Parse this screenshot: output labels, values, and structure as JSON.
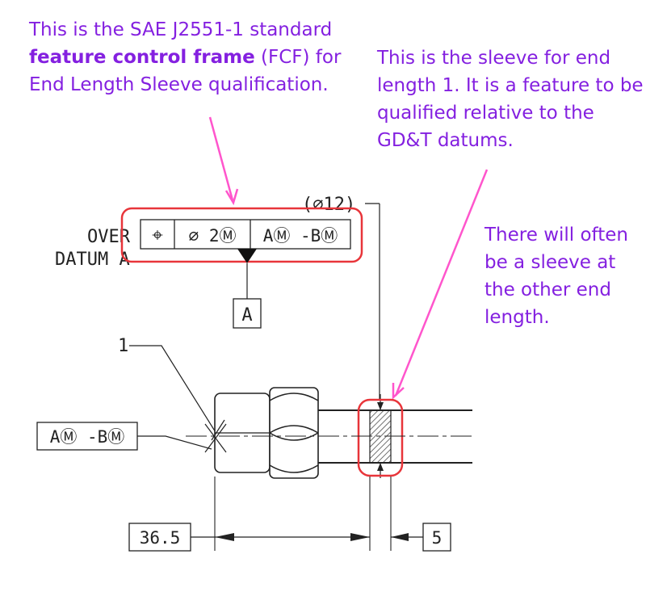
{
  "annotations": {
    "fcf_note": {
      "before": "This is the SAE J2551-1 standard ",
      "bold": "feature control frame",
      "after": " (FCF) for End Length Sleeve qualification."
    },
    "sleeve_note": "This is the sleeve for end length 1. It is a feature to be qualified  relative to the GD&T datums.",
    "other_end_note": "There will often be a sleeve at the other end length."
  },
  "drawing": {
    "over_label": "OVER",
    "datum_label": "DATUM A",
    "fcf": {
      "position_symbol": "⌖",
      "tolerance": "∅ 2Ⓜ",
      "datums": "AⓂ -BⓂ"
    },
    "datum_feature": "A",
    "diameter_ref": "(∅12)",
    "balloon": "1",
    "datum_ref_box": "AⓂ -BⓂ",
    "dim_length": "36.5",
    "dim_sleeve": "5"
  },
  "colors": {
    "annotation_text": "#8420e0",
    "arrow": "#ff55cc",
    "highlight": "#e8353a",
    "line": "#222222"
  }
}
